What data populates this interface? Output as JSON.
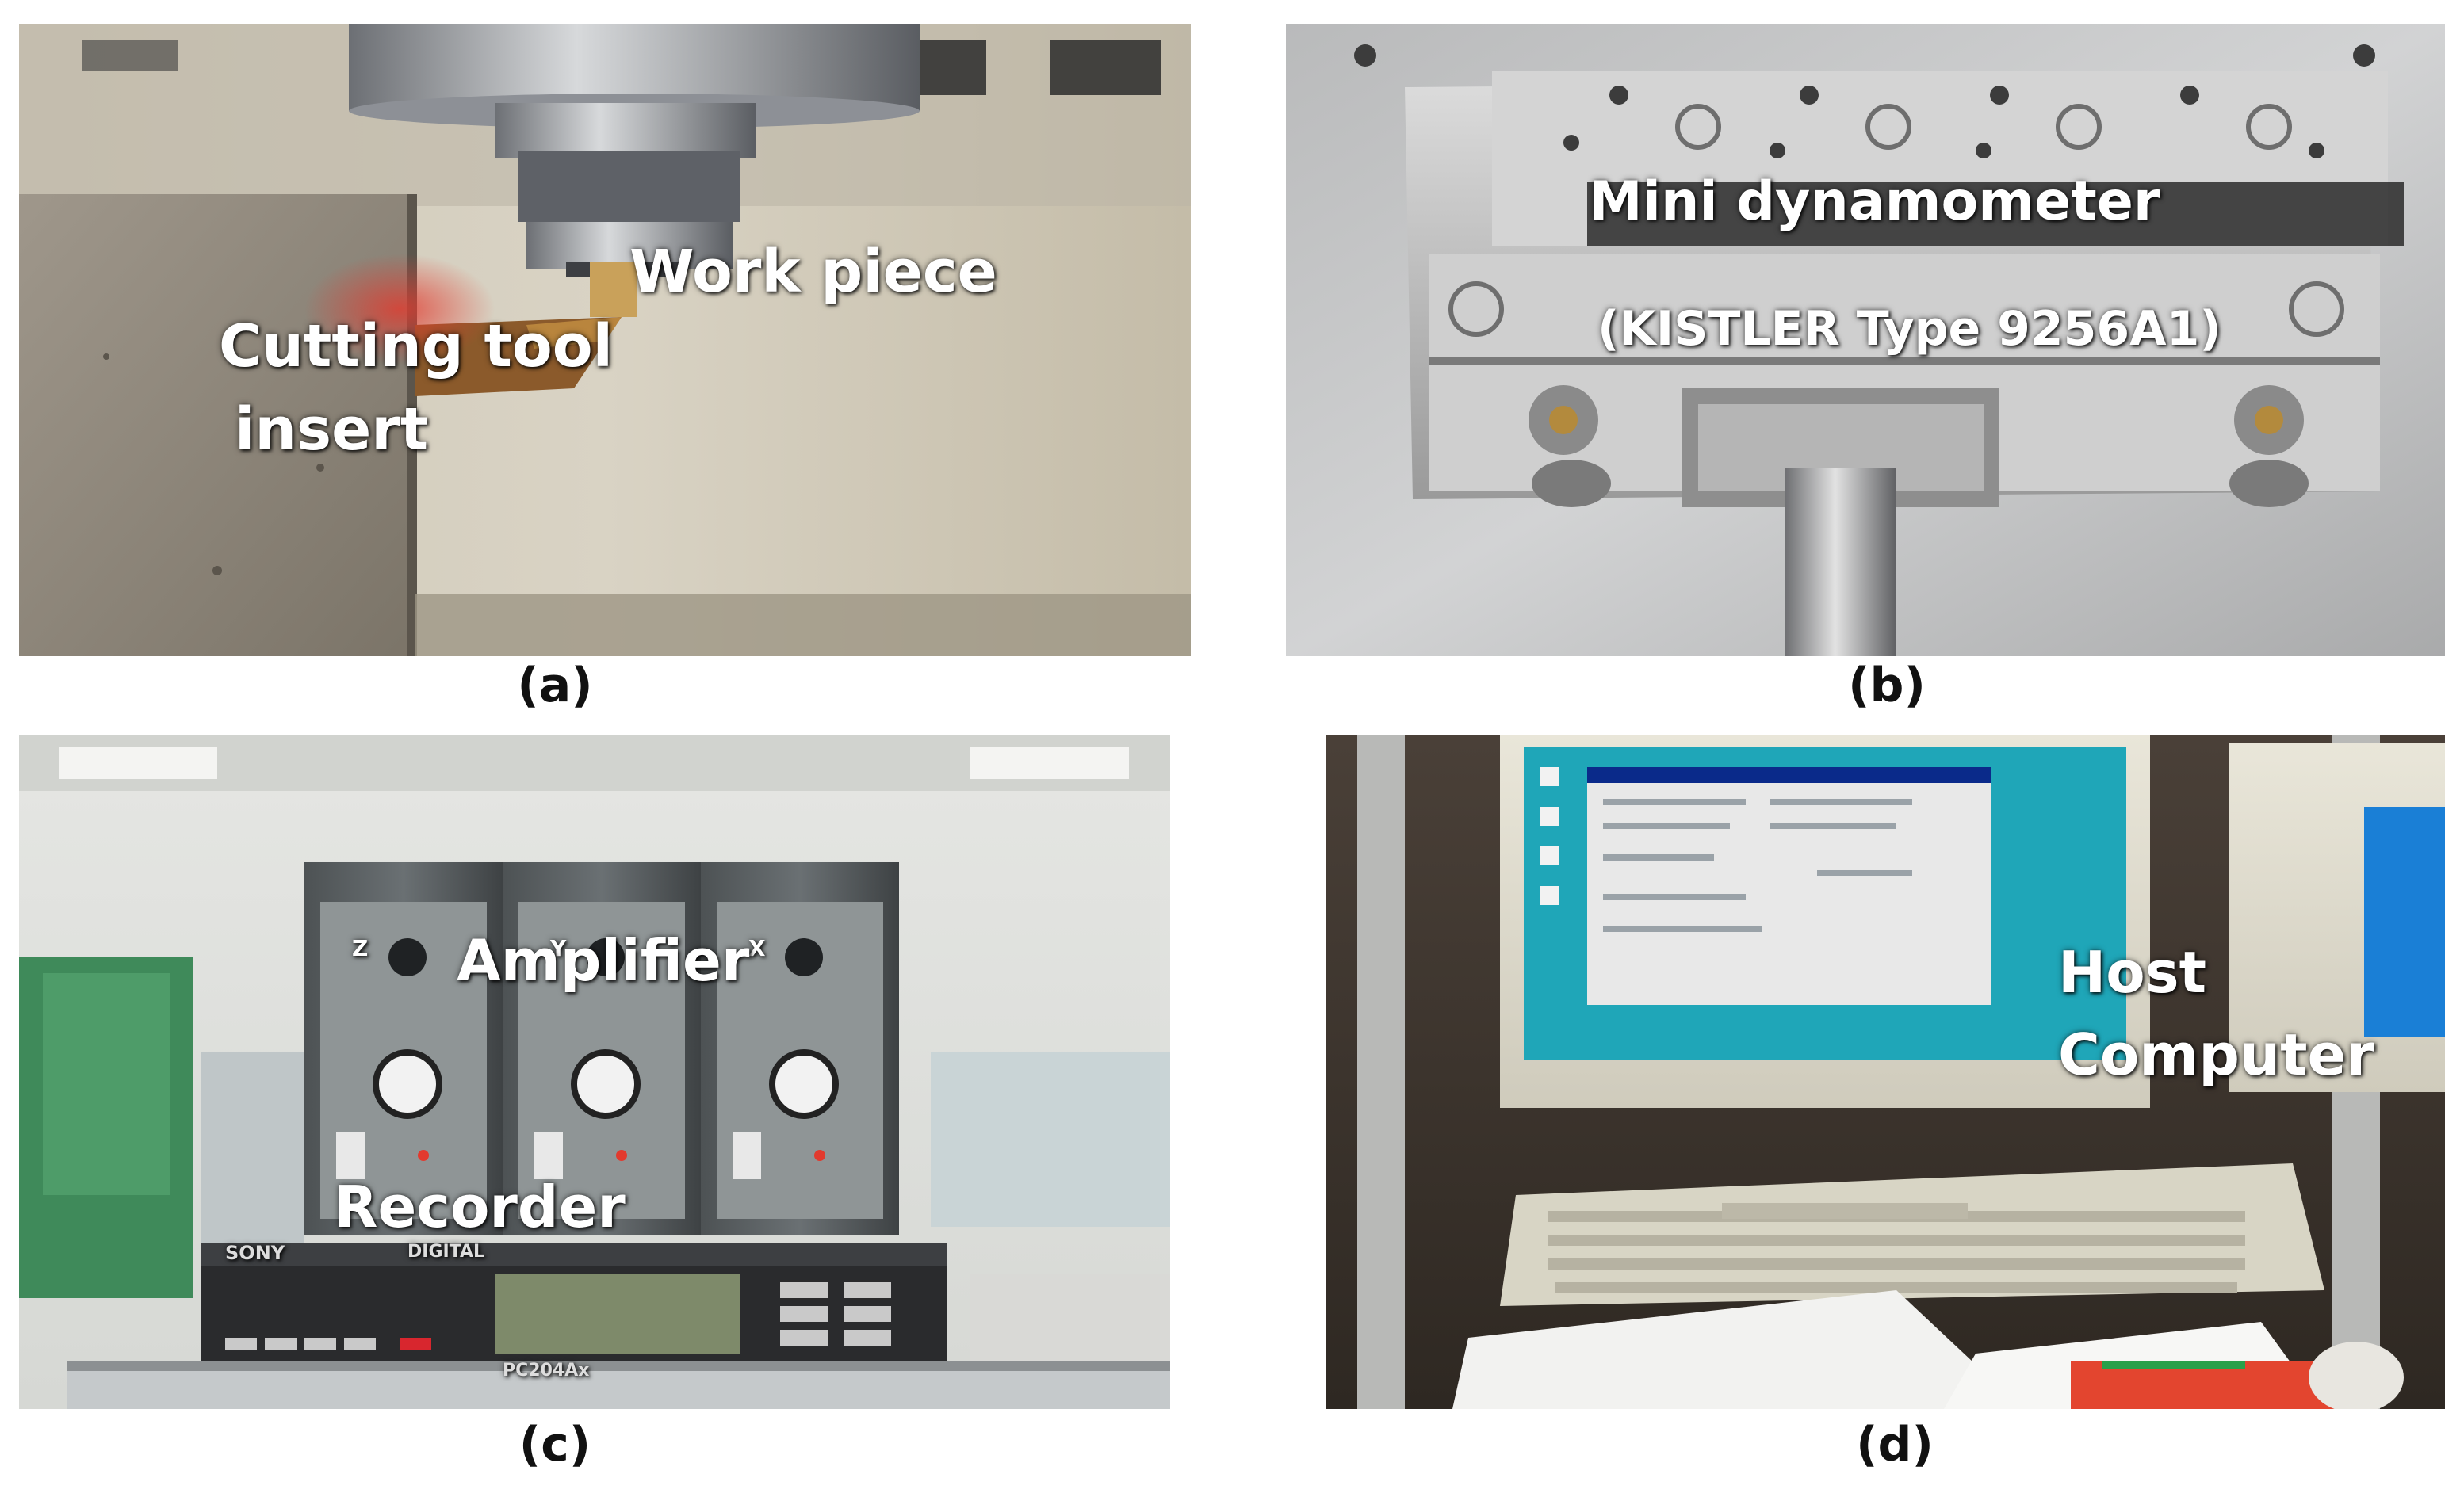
{
  "panels": [
    {
      "id": "a",
      "caption": "(a)",
      "labels": {
        "work_piece": "Work piece",
        "tool_line1": "Cutting tool",
        "tool_line2": "insert"
      }
    },
    {
      "id": "b",
      "caption": "(b)",
      "labels": {
        "line1": "Mini dynamometer",
        "line2": "(KISTLER Type 9256A1)"
      }
    },
    {
      "id": "c",
      "caption": "(c)",
      "labels": {
        "amplifier": "Amplifier",
        "recorder": "Recorder"
      },
      "device_text": {
        "amp_z": "Z",
        "amp_y": "Y",
        "amp_x": "X",
        "recorder_brand": "SONY",
        "recorder_type": "DIGITAL",
        "recorder_model": "PC204Ax"
      }
    },
    {
      "id": "d",
      "caption": "(d)",
      "labels": {
        "line1": "Host",
        "line2": "Computer"
      }
    }
  ]
}
